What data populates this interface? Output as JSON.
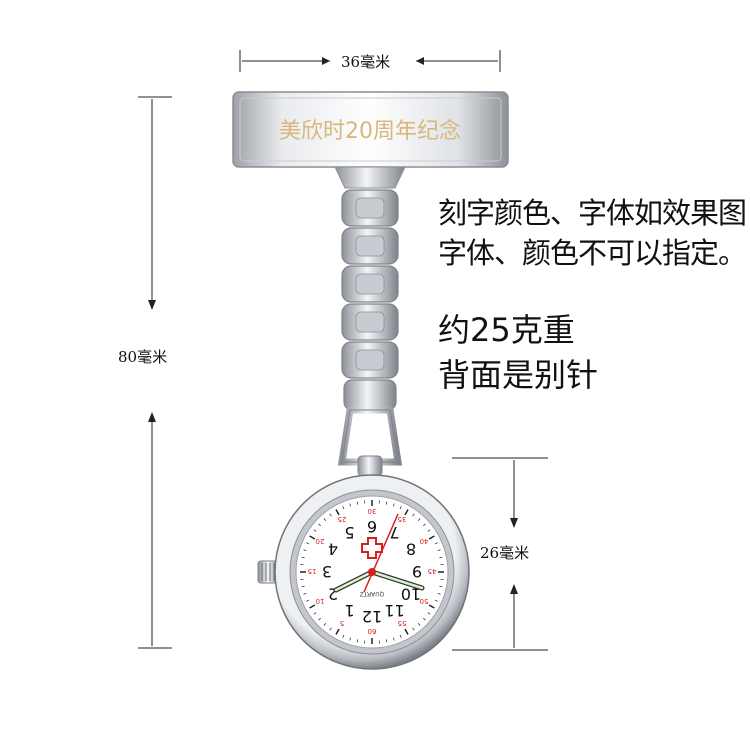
{
  "dimensions": {
    "width_label": "36毫米",
    "height_label": "80毫米",
    "face_label": "26毫米"
  },
  "plate": {
    "engraving": "美欣时20周年纪念"
  },
  "notes": {
    "line1": "刻字颜色、字体如效果图",
    "line2": "字体、颜色不可以指定。",
    "line3": "约25克重",
    "line4": "背面是别针"
  },
  "watch_face": {
    "brand": "QUARTZ",
    "numerals": [
      "12",
      "1",
      "2",
      "3",
      "4",
      "5",
      "6",
      "7",
      "8",
      "9",
      "10",
      "11"
    ],
    "minute_marks": [
      "5",
      "10",
      "15",
      "20",
      "25",
      "30",
      "35",
      "40",
      "45",
      "50",
      "55",
      "60"
    ]
  },
  "colors": {
    "engraving": "#d9b77a",
    "accent_red": "#d81e1e",
    "metal": "#c9ccd1",
    "text": "#111111"
  }
}
